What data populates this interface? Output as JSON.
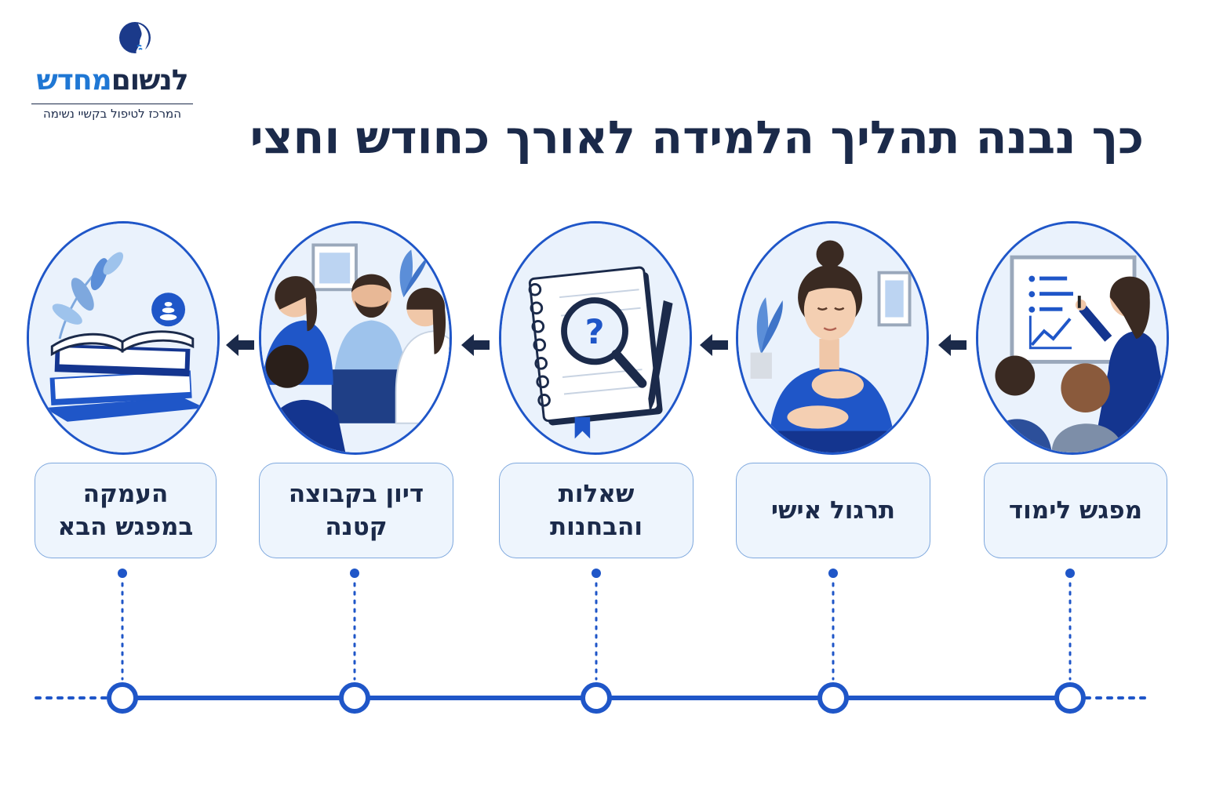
{
  "logo": {
    "name_part1": "לנשום",
    "name_part2": "מחדש",
    "tagline": "המרכז לטיפול בקשיי נשימה",
    "icon": "face-profile-logo-icon"
  },
  "title": "כך נבנה תהליך הלמידה לאורך כחודש וחצי",
  "steps": [
    {
      "label": "מפגש לימוד",
      "icon": "teaching-whiteboard-illustration"
    },
    {
      "label": "תרגול אישי",
      "icon": "breathing-practice-illustration"
    },
    {
      "label": "שאלות והבחנות",
      "icon": "notebook-magnifier-illustration"
    },
    {
      "label": "דיון בקבוצה קטנה",
      "icon": "group-discussion-illustration"
    },
    {
      "label": "העמקה במפגש הבא",
      "icon": "books-stack-illustration"
    }
  ],
  "colors": {
    "navy": "#1b2a4a",
    "blue": "#1f56c8",
    "light_blue": "#1f77d4",
    "label_bg": "#eef5fd",
    "label_border": "#7ea8de"
  }
}
